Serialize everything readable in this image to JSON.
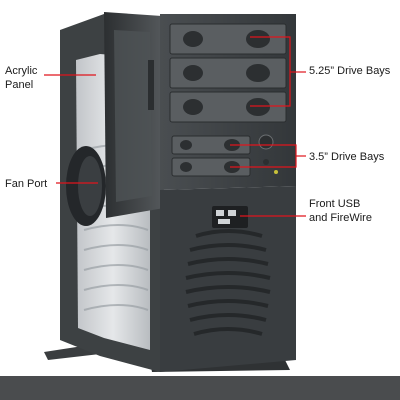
{
  "callouts": {
    "acrylic_panel": "Acrylic\nPanel",
    "fan_port": "Fan Port",
    "drive_bays_525": "5.25” Drive Bays",
    "drive_bays_35": "3.5” Drive Bays",
    "front_usb": "Front USB\nand FireWire"
  },
  "colors": {
    "background": "#ffffff",
    "case_body": "#3d4143",
    "case_dark": "#26292b",
    "case_light": "#5b5f62",
    "callout_line": "#e0141c",
    "label_text": "#1a1a1a",
    "floor_strip": "#4a4c4e"
  }
}
